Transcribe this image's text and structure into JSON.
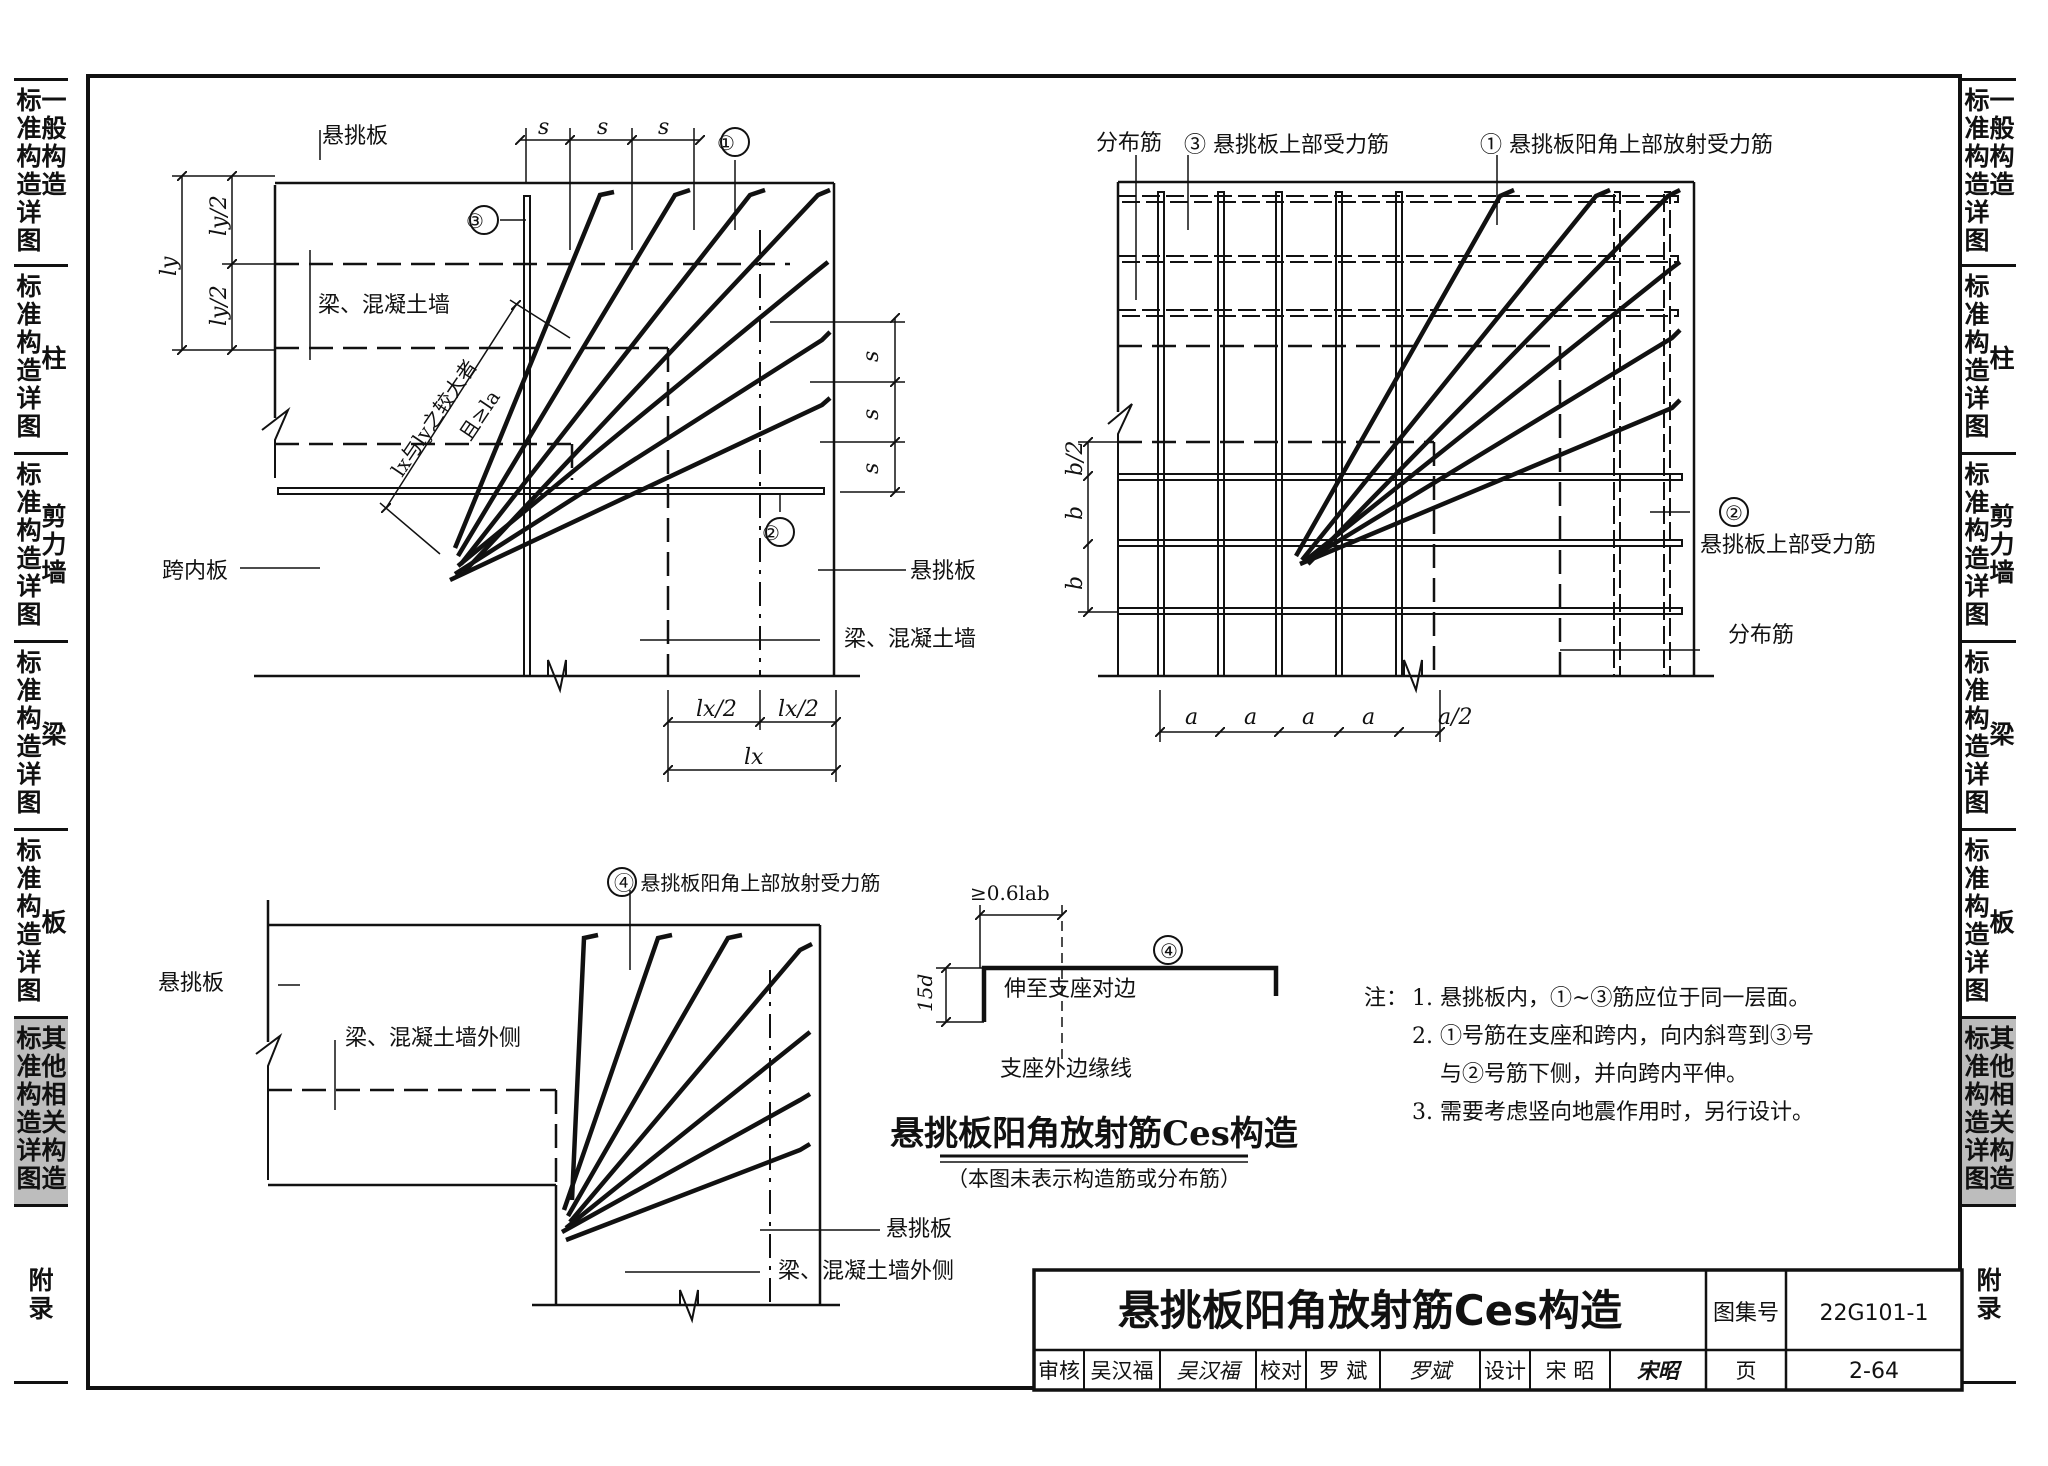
{
  "side_tabs": [
    {
      "col1": "标准构造详图",
      "col2": "一般构造",
      "highlight": false
    },
    {
      "col1": "标准构造详图",
      "col2": "柱",
      "highlight": false
    },
    {
      "col1": "标准构造详图",
      "col2": "剪力墙",
      "highlight": false
    },
    {
      "col1": "标准构造详图",
      "col2": "梁",
      "highlight": false
    },
    {
      "col1": "标准构造详图",
      "col2": "板",
      "highlight": false
    },
    {
      "col1": "标准构造详图",
      "col2": "其他相关构造",
      "highlight": true
    },
    {
      "col1": "附录",
      "col2": "",
      "highlight": false
    }
  ],
  "diagram1": {
    "cantilever_slab": "悬挑板",
    "beam_wall": "梁、混凝土墙",
    "inner_span_slab": "跨内板",
    "cantilever_slab_right": "悬挑板",
    "beam_wall_bottom": "梁、混凝土墙",
    "anchor_note_line1": "lx与ly之较大者",
    "anchor_note_line2": "且≥la",
    "dim_s": "s",
    "dim_ly": "ly",
    "dim_ly_half": "ly/2",
    "dim_lx": "lx",
    "dim_lx_half": "lx/2",
    "callout_1": "①",
    "callout_2": "②",
    "callout_3": "③"
  },
  "diagram2": {
    "distribution_bar": "分布筋",
    "label_3": "③ 悬挑板上部受力筋",
    "label_1": "① 悬挑板阳角上部放射受力筋",
    "label_2_num": "②",
    "label_2": "悬挑板上部受力筋",
    "distribution_bar_2": "分布筋",
    "dim_b": "b",
    "dim_b_half": "b/2",
    "dim_a": "a",
    "dim_a_half": "a/2"
  },
  "diagram3": {
    "label_4": "④ 悬挑板阳角上部放射受力筋",
    "cantilever_slab": "悬挑板",
    "beam_wall_outer": "梁、混凝土墙外侧",
    "cantilever_slab_2": "悬挑板",
    "beam_wall_outer_2": "梁、混凝土墙外侧"
  },
  "bar_detail": {
    "callout": "④",
    "anchor": "≥0.6lab",
    "hook": "15d",
    "extend_text": "伸至支座对边",
    "support_edge": "支座外边缘线"
  },
  "figure_title": "悬挑板阳角放射筋Ces构造",
  "figure_subtitle": "（本图未表示构造筋或分布筋）",
  "notes": {
    "prefix": "注：",
    "items": [
      "1. 悬挑板内，①~③筋应位于同一层面。",
      "2. ①号筋在支座和跨内，向内斜弯到③号",
      "与②号筋下侧，并向跨内平伸。",
      "3. 需要考虑竖向地震作用时，另行设计。"
    ]
  },
  "title_block": {
    "title": "悬挑板阳角放射筋Ces构造",
    "atlas_label": "图集号",
    "atlas_no": "22G101-1",
    "review_label": "审核",
    "reviewer": "吴汉福",
    "reviewer_sig": "吴汉福",
    "check_label": "校对",
    "checker": "罗 斌",
    "checker_sig": "罗斌",
    "design_label": "设计",
    "designer": "宋 昭",
    "designer_sig": "宋昭",
    "page_label": "页",
    "page_no": "2-64"
  }
}
